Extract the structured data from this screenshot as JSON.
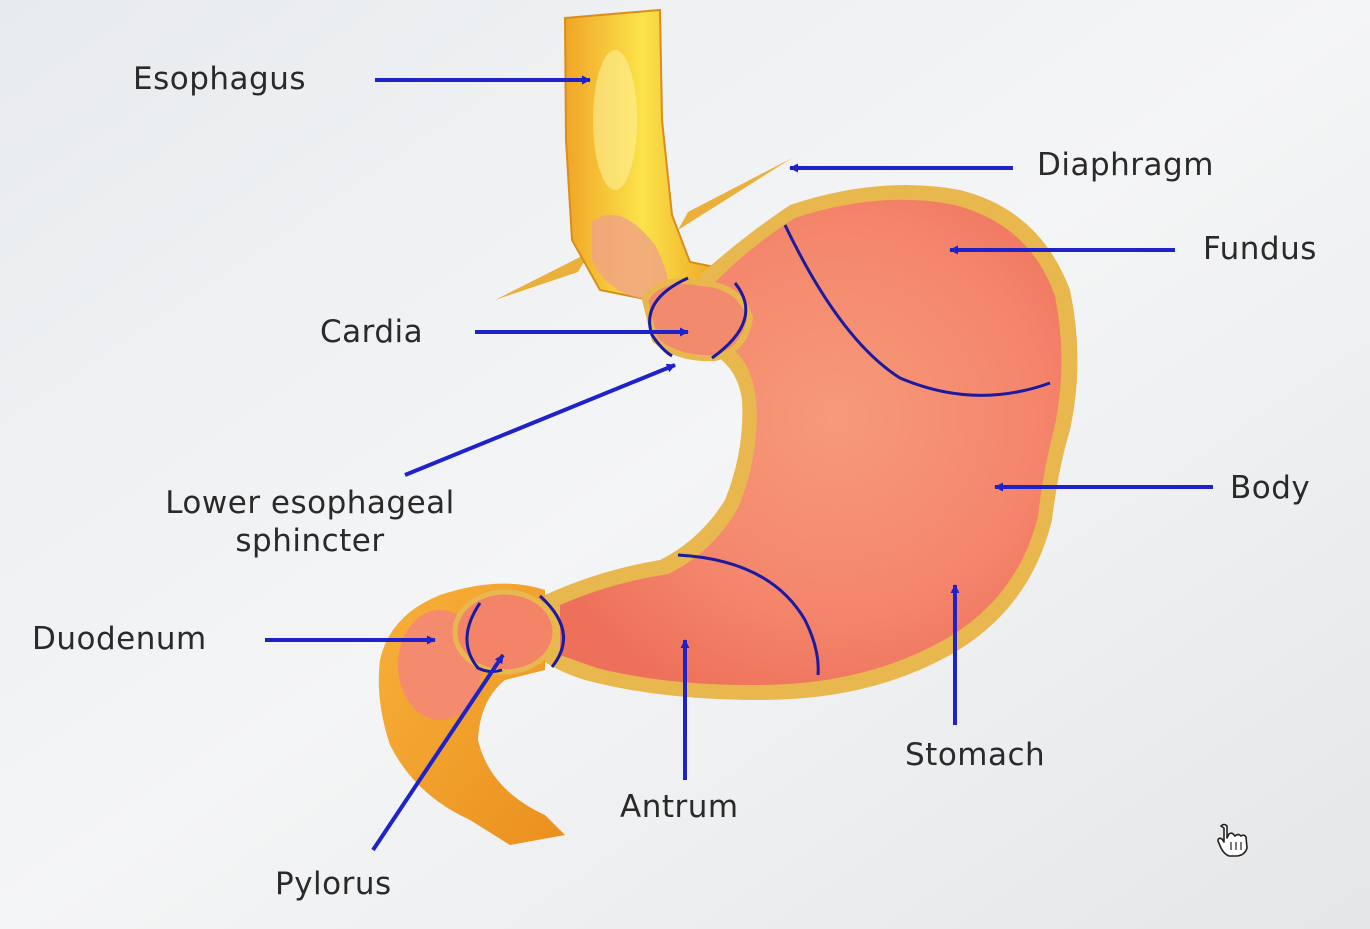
{
  "labels": {
    "esophagus": "Esophagus",
    "diaphragm": "Diaphragm",
    "fundus": "Fundus",
    "cardia": "Cardia",
    "les_line1": "Lower esophageal",
    "les_line2": "sphincter",
    "body": "Body",
    "duodenum": "Duodenum",
    "stomach": "Stomach",
    "antrum": "Antrum",
    "pylorus": "Pylorus"
  },
  "colors": {
    "arrow": "#1f22c8",
    "region_line": "#1c1aa0",
    "stomach_fill": "#f4856e",
    "stomach_rim": "#e6b445",
    "esophagus_fill": "#f3c231"
  },
  "icons": {
    "cursor": "hand-pointer-icon"
  }
}
